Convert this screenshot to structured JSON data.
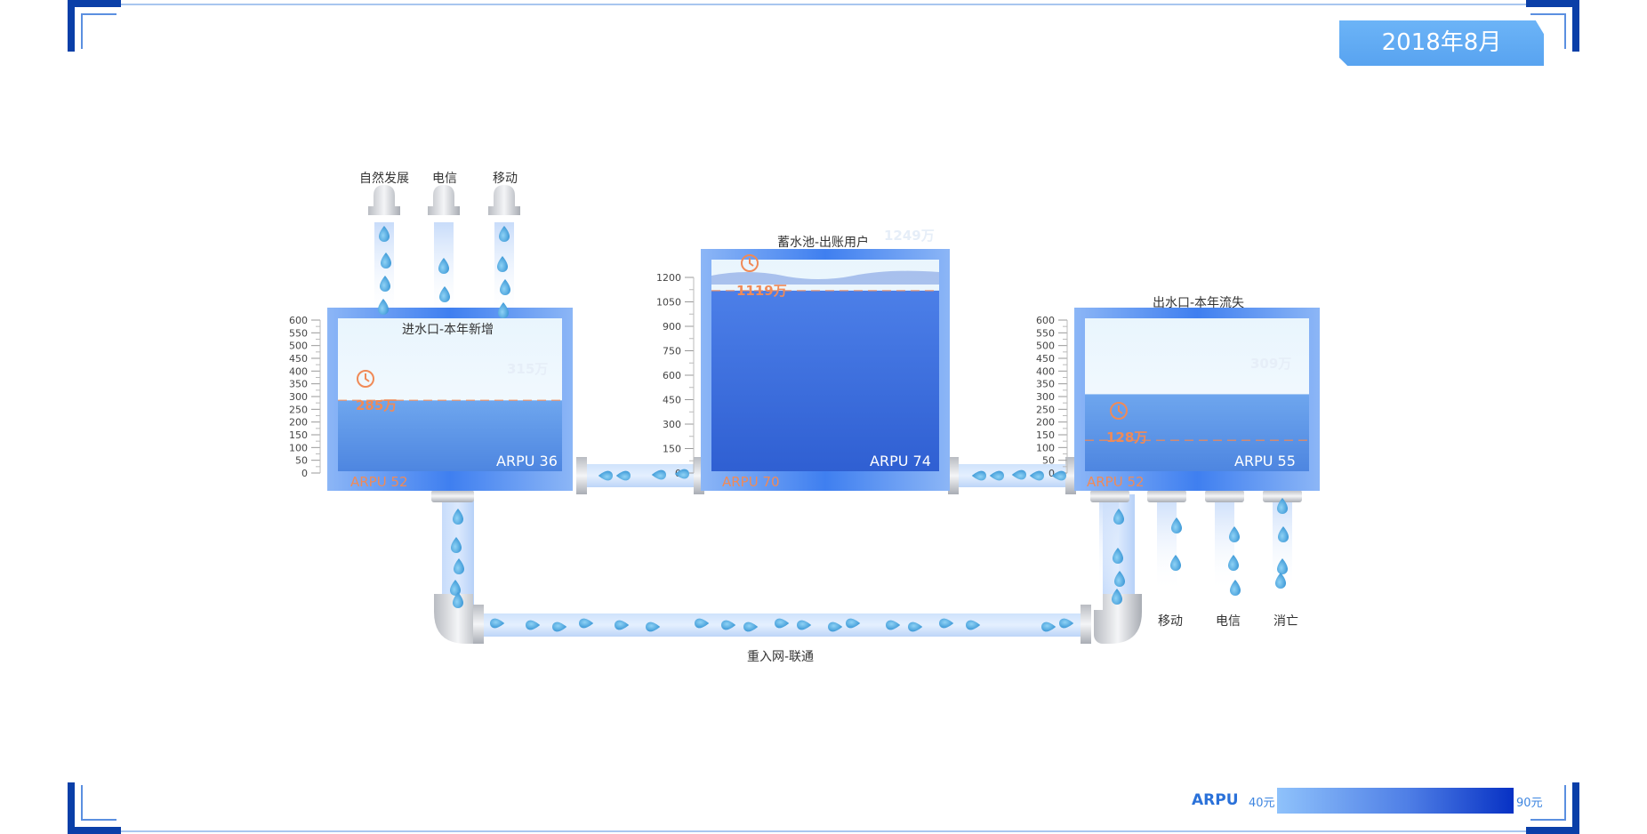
{
  "header": {
    "date": "2018年8月"
  },
  "inlet_tank": {
    "title": "进水口-本年新增",
    "capacity_label": "315万",
    "level_value": 285,
    "level_label": "285万",
    "capacity_value": 315,
    "arpu_inner": "ARPU  36",
    "arpu_outer": "ARPU  52",
    "scale_max": 600,
    "scale_ticks": [
      "600",
      "550",
      "500",
      "450",
      "400",
      "350",
      "300",
      "250",
      "200",
      "150",
      "100",
      "50",
      "0"
    ],
    "sources": [
      "自然发展",
      "电信",
      "移动"
    ]
  },
  "reservoir": {
    "title": "蓄水池-出账用户",
    "capacity_label": "1249万",
    "capacity_value": 1249,
    "level_label": "1119万",
    "level_value": 1119,
    "arpu_inner": "ARPU  74",
    "arpu_outer": "ARPU  70",
    "scale_max": 1200,
    "scale_ticks": [
      "1200",
      "1050",
      "900",
      "750",
      "600",
      "450",
      "300",
      "150",
      "0"
    ]
  },
  "outlet_tank": {
    "title": "出水口-本年流失",
    "capacity_label": "309万",
    "capacity_value": 309,
    "level_label": "128万",
    "level_value": 128,
    "arpu_inner": "ARPU    55",
    "arpu_outer": "ARPU  52",
    "scale_max": 600,
    "scale_ticks": [
      "600",
      "550",
      "500",
      "450",
      "400",
      "350",
      "300",
      "250",
      "200",
      "150",
      "100",
      "50",
      "0"
    ],
    "drains": [
      "移动",
      "电信",
      "消亡"
    ]
  },
  "return_pipe": {
    "label": "重入网-联通"
  },
  "legend": {
    "title": "ARPU",
    "min": "40元",
    "max": "90元"
  },
  "colors": {
    "water_dark": "#3f6fe0",
    "water_light": "#7fb0ef",
    "tank_wall": "#8bb4f5",
    "accent_orange": "#f08a57",
    "frame_corner": "#0a3fa8"
  }
}
